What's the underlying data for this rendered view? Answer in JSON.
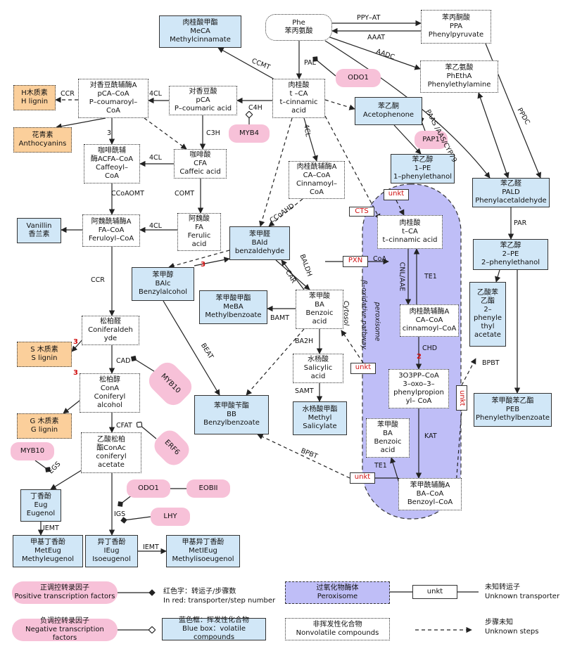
{
  "nodes": {
    "phe": {
      "text": "Phe\n苯丙氨酸"
    },
    "ppa": {
      "text": "苯丙酮酸\nPPA\nPhenylpyruvate"
    },
    "meca": {
      "text": "肉桂酸甲酯\nMeCA\nMethylcinnamate"
    },
    "phetha": {
      "text": "苯乙氨酸\nPhEthA\nPhenylethylamine"
    },
    "pcacoa": {
      "text": "对香豆酰辅酶A\npCA–CoA\nP–coumaroyl–\nCoA"
    },
    "pca": {
      "text": "对香豆酸\npCA\nP–coumaric acid"
    },
    "tca": {
      "text": "肉桂酸\nt –CA\nt–cinnamic\nacid"
    },
    "hlignin": {
      "text": "H木质素\nH lignin"
    },
    "acetophenone": {
      "text": "苯乙酮\nAcetophenone"
    },
    "anthocyanins": {
      "text": "花青素\nAnthocyanins"
    },
    "acfacoa": {
      "text": "咖啡酰辅\n酶ACFA–CoA\nCaffeoyl–\nCoA"
    },
    "cfa": {
      "text": "咖啡酸\nCFA\nCaffeic acid"
    },
    "pe1": {
      "text": "苯乙醇\n1–PE\n1–phenylethanol"
    },
    "cacoa": {
      "text": "肉桂酰辅酶A\nCA–CoA\nCinnamoyl–\nCoA"
    },
    "pald": {
      "text": "苯乙醛\nPALD\nPhenylacetaldehyde"
    },
    "vanillin": {
      "text": "Vanillin\n香兰素"
    },
    "facoa": {
      "text": "阿魏酰辅酶A\nFA–CoA\nFeruloyl–CoA"
    },
    "fa": {
      "text": "阿魏酸\nFA\nFerulic\nacid"
    },
    "bald": {
      "text": "苯甲醛\nBAld\nbenzaldehyde"
    },
    "tca2": {
      "text": "肉桂酸\nt–CA\nt–cinnamic acid"
    },
    "pe2": {
      "text": "苯乙醇\n2–PE\n2–phenylethanol"
    },
    "balc": {
      "text": "苯甲醇\nBAlc\nBenzylalcohol"
    },
    "meba": {
      "text": "苯甲酸甲酯\nMeBA\nMethylbenzoate"
    },
    "ba": {
      "text": "苯甲酸\nBA\nBenzoic\nacid"
    },
    "cacoa2": {
      "text": "肉桂酰辅酶A\nCA–CoA\ncinnamoyl–CoA"
    },
    "phea": {
      "text": "乙酸苯\n乙酯\n2–\nphenyle\nthyl\nacetate"
    },
    "conald": {
      "text": "松柏醛\nConiferaldeh\nyde"
    },
    "slignin": {
      "text": "S 木质素\nS lignin"
    },
    "sa": {
      "text": "水杨酸\nSalicylic\nacid"
    },
    "oxo": {
      "text": "3O3PP–CoA\n3–oxo–3–\nphenylpropion\nyl– CoA"
    },
    "conalc": {
      "text": "松柏醇\nConA\nConiferyl\nalcohol"
    },
    "bb": {
      "text": "苯甲酸苄酯\nBB\nBenzylbenzoate"
    },
    "mesa": {
      "text": "水杨酸甲酯\nMethyl\nSalicylate"
    },
    "peb": {
      "text": "苯甲酸苯乙酯\nPEB\nPhenylethylbenzoate"
    },
    "glignin": {
      "text": "G 木质素\nG lignin"
    },
    "ba2": {
      "text": "苯甲酸\nBA\nBenzoic\nacid"
    },
    "conac": {
      "text": "乙酸松柏\n酯ConAc\nconiferyl\nacetate"
    },
    "eug": {
      "text": "丁香酚\nEug\nEugenol"
    },
    "bacoa": {
      "text": "苯甲酰辅酶A\nBA–CoA\nBenzoyl–CoA"
    },
    "meteug": {
      "text": "甲基丁香酚\nMetEug\nMethyleugenol"
    },
    "ieug": {
      "text": "异丁香酚\nIEug\nIsoeugenol"
    },
    "metieug": {
      "text": "甲基异丁香酚\nMetIEug\nMethylisoeugenol"
    }
  },
  "factors": {
    "odo1a": "ODO1",
    "myb4": "MYB4",
    "pap1": "PAP1",
    "myb10a": "MYB10",
    "erf6": "ERF6",
    "myb10b": "MYB10",
    "odo1b": "ODO1",
    "eobii": "EOBII",
    "lhy": "LHY"
  },
  "transporters": {
    "unkt1": "unkt",
    "cts": "CTS",
    "pxn": "PXN",
    "unkt2": "unkt",
    "unkt3": "unkt",
    "unkt4": "unkt"
  },
  "enzymes": {
    "ppyat": "PPY–AT",
    "aaat": "AAAT",
    "aadc": "AADC",
    "ppdc": "PPDC",
    "paas": "PAAS /AAS/CYP79",
    "pal": "PAL",
    "ccmt": "CCMT",
    "ccr1": "CCR",
    "fourcl1": "4CL",
    "c4h": "C4H",
    "fourcl2": "4CL",
    "fourcl3": "4CL",
    "fourcl4": "4CL",
    "three": "3",
    "c3h": "C3H",
    "comt": "COMT",
    "ccoaomt": "CCoAOMT",
    "ccoahd": "CCoAHD",
    "par": "PAR",
    "ccr2": "CCR",
    "baldh": "BALDH",
    "car": "CAR",
    "coa": "CoA",
    "cnlaae": "CNL/AAE",
    "te1a": "TE1",
    "bamt": "BAMT",
    "beat": "BEAT",
    "ba2h": "BA2H",
    "samt": "SAMT",
    "chd": "CHD",
    "bpbt1": "BPBT",
    "kat": "KAT",
    "cad": "CAD",
    "cfat": "CFAT",
    "bpbt2": "BPBT",
    "egs": "EGS",
    "te1b": "TE1",
    "igs": "IGS",
    "iemt1": "IEMT",
    "iemt2": "IEMT"
  },
  "steps": {
    "s1": "3",
    "s2": "3",
    "s3": "3",
    "s4": "2"
  },
  "compartment": {
    "peroxisome": "peroxisome",
    "boxidation": "β–oxidative pathway",
    "cytosol": "Cytosol"
  },
  "legend": {
    "pos_tf": "正调控转录因子\nPositive transcription factors",
    "neg_tf": "负调控转录因子\nNegative transcription factors",
    "red": "红色字：转运子/步骤数\nIn red: transporter/step number",
    "blue": "蓝色框：挥发性化合物\nBlue box：volatile compounds",
    "perox": "过氧化物酶体\nPeroxisome",
    "nonvol": "非挥发性化合物\nNonvolatile compounds",
    "unkt_box": "unkt",
    "unkt_desc": "未知转运子\nUnknown transporter",
    "steps_desc": "步骤未知\nUnknown steps"
  }
}
